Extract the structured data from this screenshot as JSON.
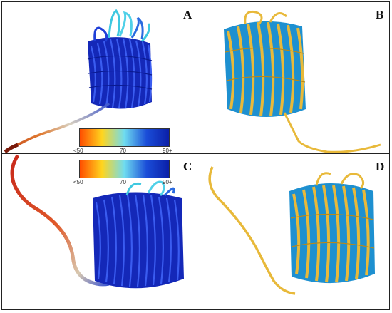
{
  "panels": [
    {
      "label": "A",
      "coloring": "confidence"
    },
    {
      "label": "B",
      "coloring": "superposition"
    },
    {
      "label": "C",
      "coloring": "confidence"
    },
    {
      "label": "D",
      "coloring": "superposition"
    }
  ],
  "colorbar": {
    "ticks": [
      "<50",
      "70",
      "90+"
    ],
    "gradient": [
      "#ff4d00",
      "#ffd51e",
      "#6fdcf0",
      "#1a4dd8",
      "#0b1fa8"
    ]
  },
  "colors": {
    "high_confidence": "#1a2fd0",
    "medium_confidence": "#3ec8e0",
    "low_confidence": "#d9331a",
    "model_gold": "#e8b93a",
    "model_blue": "#1e90d0"
  }
}
